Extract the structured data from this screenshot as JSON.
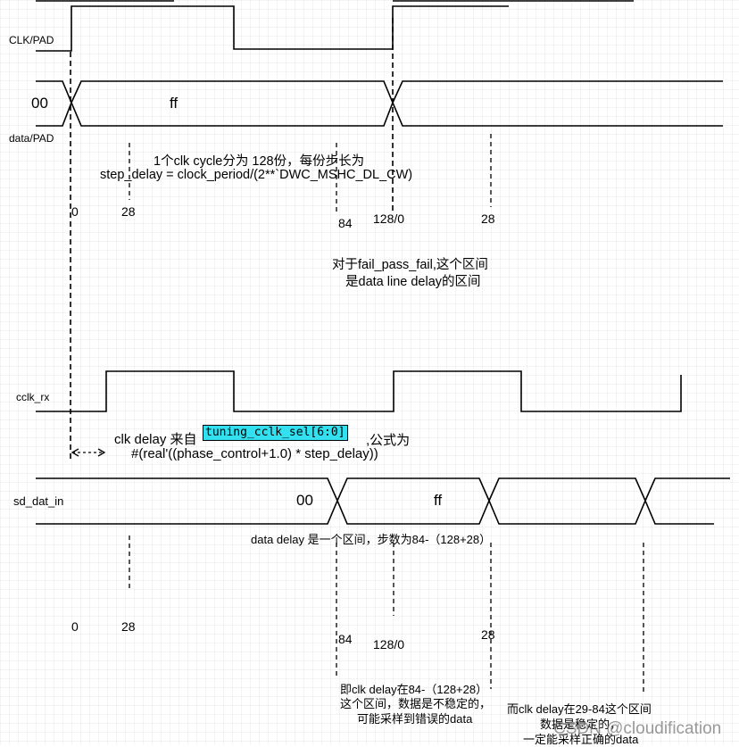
{
  "signals": {
    "clk_pad": "CLK/PAD",
    "data_pad": "data/PAD",
    "cclk_rx": "cclk_rx",
    "sd_dat_in": "sd_dat_in"
  },
  "top": {
    "val_00": "00",
    "val_ff": "ff",
    "note_line1": "1个clk cycle分为 128份，每份步长为",
    "note_line2": "step_delay = clock_period/(2**`DWC_MSHC_DL_CW)",
    "tick_0": "0",
    "tick_28_left": "28",
    "tick_84": "84",
    "tick_128": "128/0",
    "tick_28_right": "28",
    "fail_line1": "对于fail_pass_fail,这个区间",
    "fail_line2": "是data line delay的区间"
  },
  "bottom": {
    "clk_delay_prefix": "clk delay 来自",
    "code": "tuning_cclk_sel[6:0]",
    "clk_delay_suffix": ",公式为",
    "formula": "#(real'((phase_control+1.0) * step_delay))",
    "val_00": "00",
    "val_ff": "ff",
    "data_delay": "data delay 是一个区间，步数为84-（128+28）",
    "tick_0": "0",
    "tick_28_left": "28",
    "tick_84": "84",
    "tick_128": "128/0",
    "tick_28_right": "28",
    "unstable_line1": "即clk delay在84-（128+28）",
    "unstable_line2": "这个区间，数据是不稳定的，",
    "unstable_line3": "可能采样到错误的data",
    "stable_line1": "而clk delay在29-84这个区间",
    "stable_line2": "数据是稳定的，",
    "stable_line3": "一定能采样正确的data"
  },
  "watermark": "CSDN @cloudification"
}
